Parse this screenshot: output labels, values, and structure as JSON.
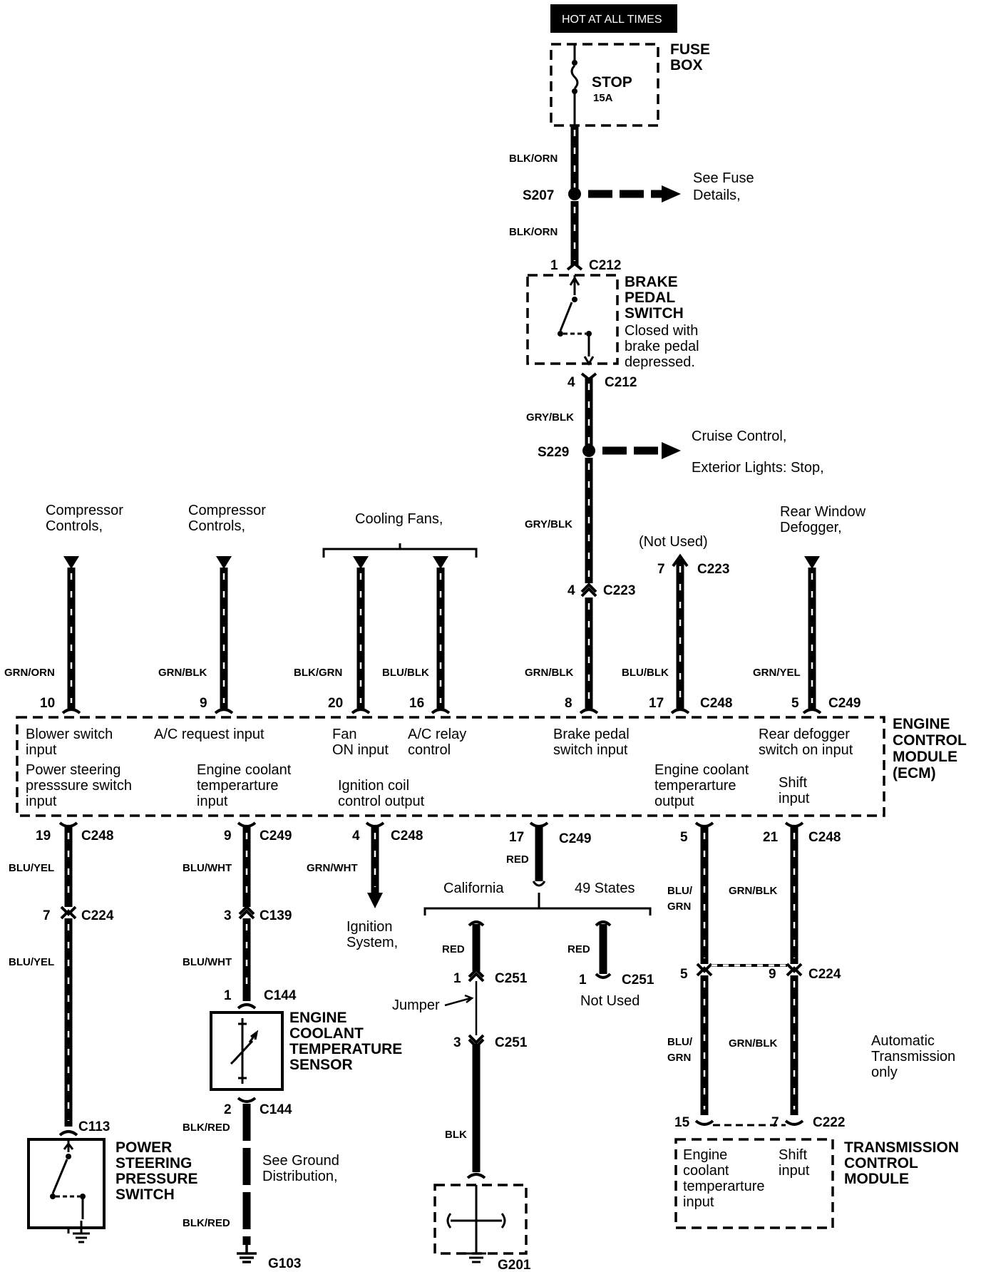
{
  "power": {
    "header": "HOT AT ALL TIMES"
  },
  "fuse_box": {
    "line1": "FUSE",
    "line2": "BOX",
    "fuse_name": "STOP",
    "fuse_rating": "15A"
  },
  "wires": {
    "blk_orn": "BLK/ORN",
    "gry_blk": "GRY/BLK",
    "grn_orn": "GRN/ORN",
    "grn_blk": "GRN/BLK",
    "blk_grn": "BLK/GRN",
    "blu_blk": "BLU/BLK",
    "grn_yel": "GRN/YEL",
    "blu_yel": "BLU/YEL",
    "blu_wht": "BLU/WHT",
    "grn_wht": "GRN/WHT",
    "red": "RED",
    "blk": "BLK",
    "blk_red": "BLK/RED",
    "blu": "BLU/",
    "grn": "GRN"
  },
  "splices": {
    "s207": "S207",
    "s229": "S229"
  },
  "refs": {
    "fuse_details_1": "See Fuse",
    "fuse_details_2": "Details,",
    "cruise": "Cruise Control,",
    "ext_lights": "Exterior Lights: Stop,",
    "compressor_1": "Compressor",
    "compressor_2": "Controls,",
    "cooling_fans": "Cooling Fans,",
    "not_used_top": "(Not Used)",
    "rear_window_1": "Rear Window",
    "rear_window_2": "Defogger,",
    "ignition_1": "Ignition",
    "ignition_2": "System,",
    "ground_1": "See Ground",
    "ground_2": "Distribution,",
    "california": "California",
    "states": "49 States",
    "jumper": "Jumper",
    "not_used": "Not Used",
    "auto_1": "Automatic",
    "auto_2": "Transmission",
    "auto_3": "only"
  },
  "brake_switch": {
    "title_1": "BRAKE",
    "title_2": "PEDAL",
    "title_3": "SWITCH",
    "note_1": "Closed with",
    "note_2": "brake pedal",
    "note_3": "depressed."
  },
  "connectors": {
    "c212": "C212",
    "c223": "C223",
    "c248": "C248",
    "c249": "C249",
    "c224": "C224",
    "c139": "C139",
    "c144": "C144",
    "c113": "C113",
    "c251": "C251",
    "c222": "C222"
  },
  "pins": {
    "p1": "1",
    "p2": "2",
    "p3": "3",
    "p4": "4",
    "p5": "5",
    "p7": "7",
    "p8": "8",
    "p9": "9",
    "p10": "10",
    "p15": "15",
    "p16": "16",
    "p17": "17",
    "p19": "19",
    "p20": "20",
    "p21": "21"
  },
  "ecm": {
    "title_1": "ENGINE",
    "title_2": "CONTROL",
    "title_3": "MODULE",
    "title_4": "(ECM)",
    "blower_1": "Blower switch",
    "blower_2": "input",
    "ac_request": "A/C request input",
    "fan_1": "Fan",
    "fan_2": "ON input",
    "ac_relay_1": "A/C relay",
    "ac_relay_2": "control",
    "brake_1": "Brake pedal",
    "brake_2": "switch input",
    "rear_def_1": "Rear defogger",
    "rear_def_2": "switch on input",
    "ps_1": "Power steering",
    "ps_2": "presssure switch",
    "ps_3": "input",
    "ect_in_1": "Engine coolant",
    "ect_in_2": "temperarture",
    "ect_in_3": "input",
    "ign_1": "Ignition coil",
    "ign_2": "control output",
    "ect_out_1": "Engine coolant",
    "ect_out_2": "temperarture",
    "ect_out_3": "output",
    "shift_1": "Shift",
    "shift_2": "input"
  },
  "ect_sensor": {
    "l1": "ENGINE",
    "l2": "COOLANT",
    "l3": "TEMPERATURE",
    "l4": "SENSOR"
  },
  "ps_switch": {
    "l1": "POWER",
    "l2": "STEERING",
    "l3": "PRESSURE",
    "l4": "SWITCH"
  },
  "tcm": {
    "l1": "TRANSMISSION",
    "l2": "CONTROL",
    "l3": "MODULE",
    "ect_1": "Engine",
    "ect_2": "coolant",
    "ect_3": "temperarture",
    "ect_4": "input",
    "shift_1": "Shift",
    "shift_2": "input"
  },
  "grounds": {
    "g103": "G103",
    "g201": "G201"
  }
}
